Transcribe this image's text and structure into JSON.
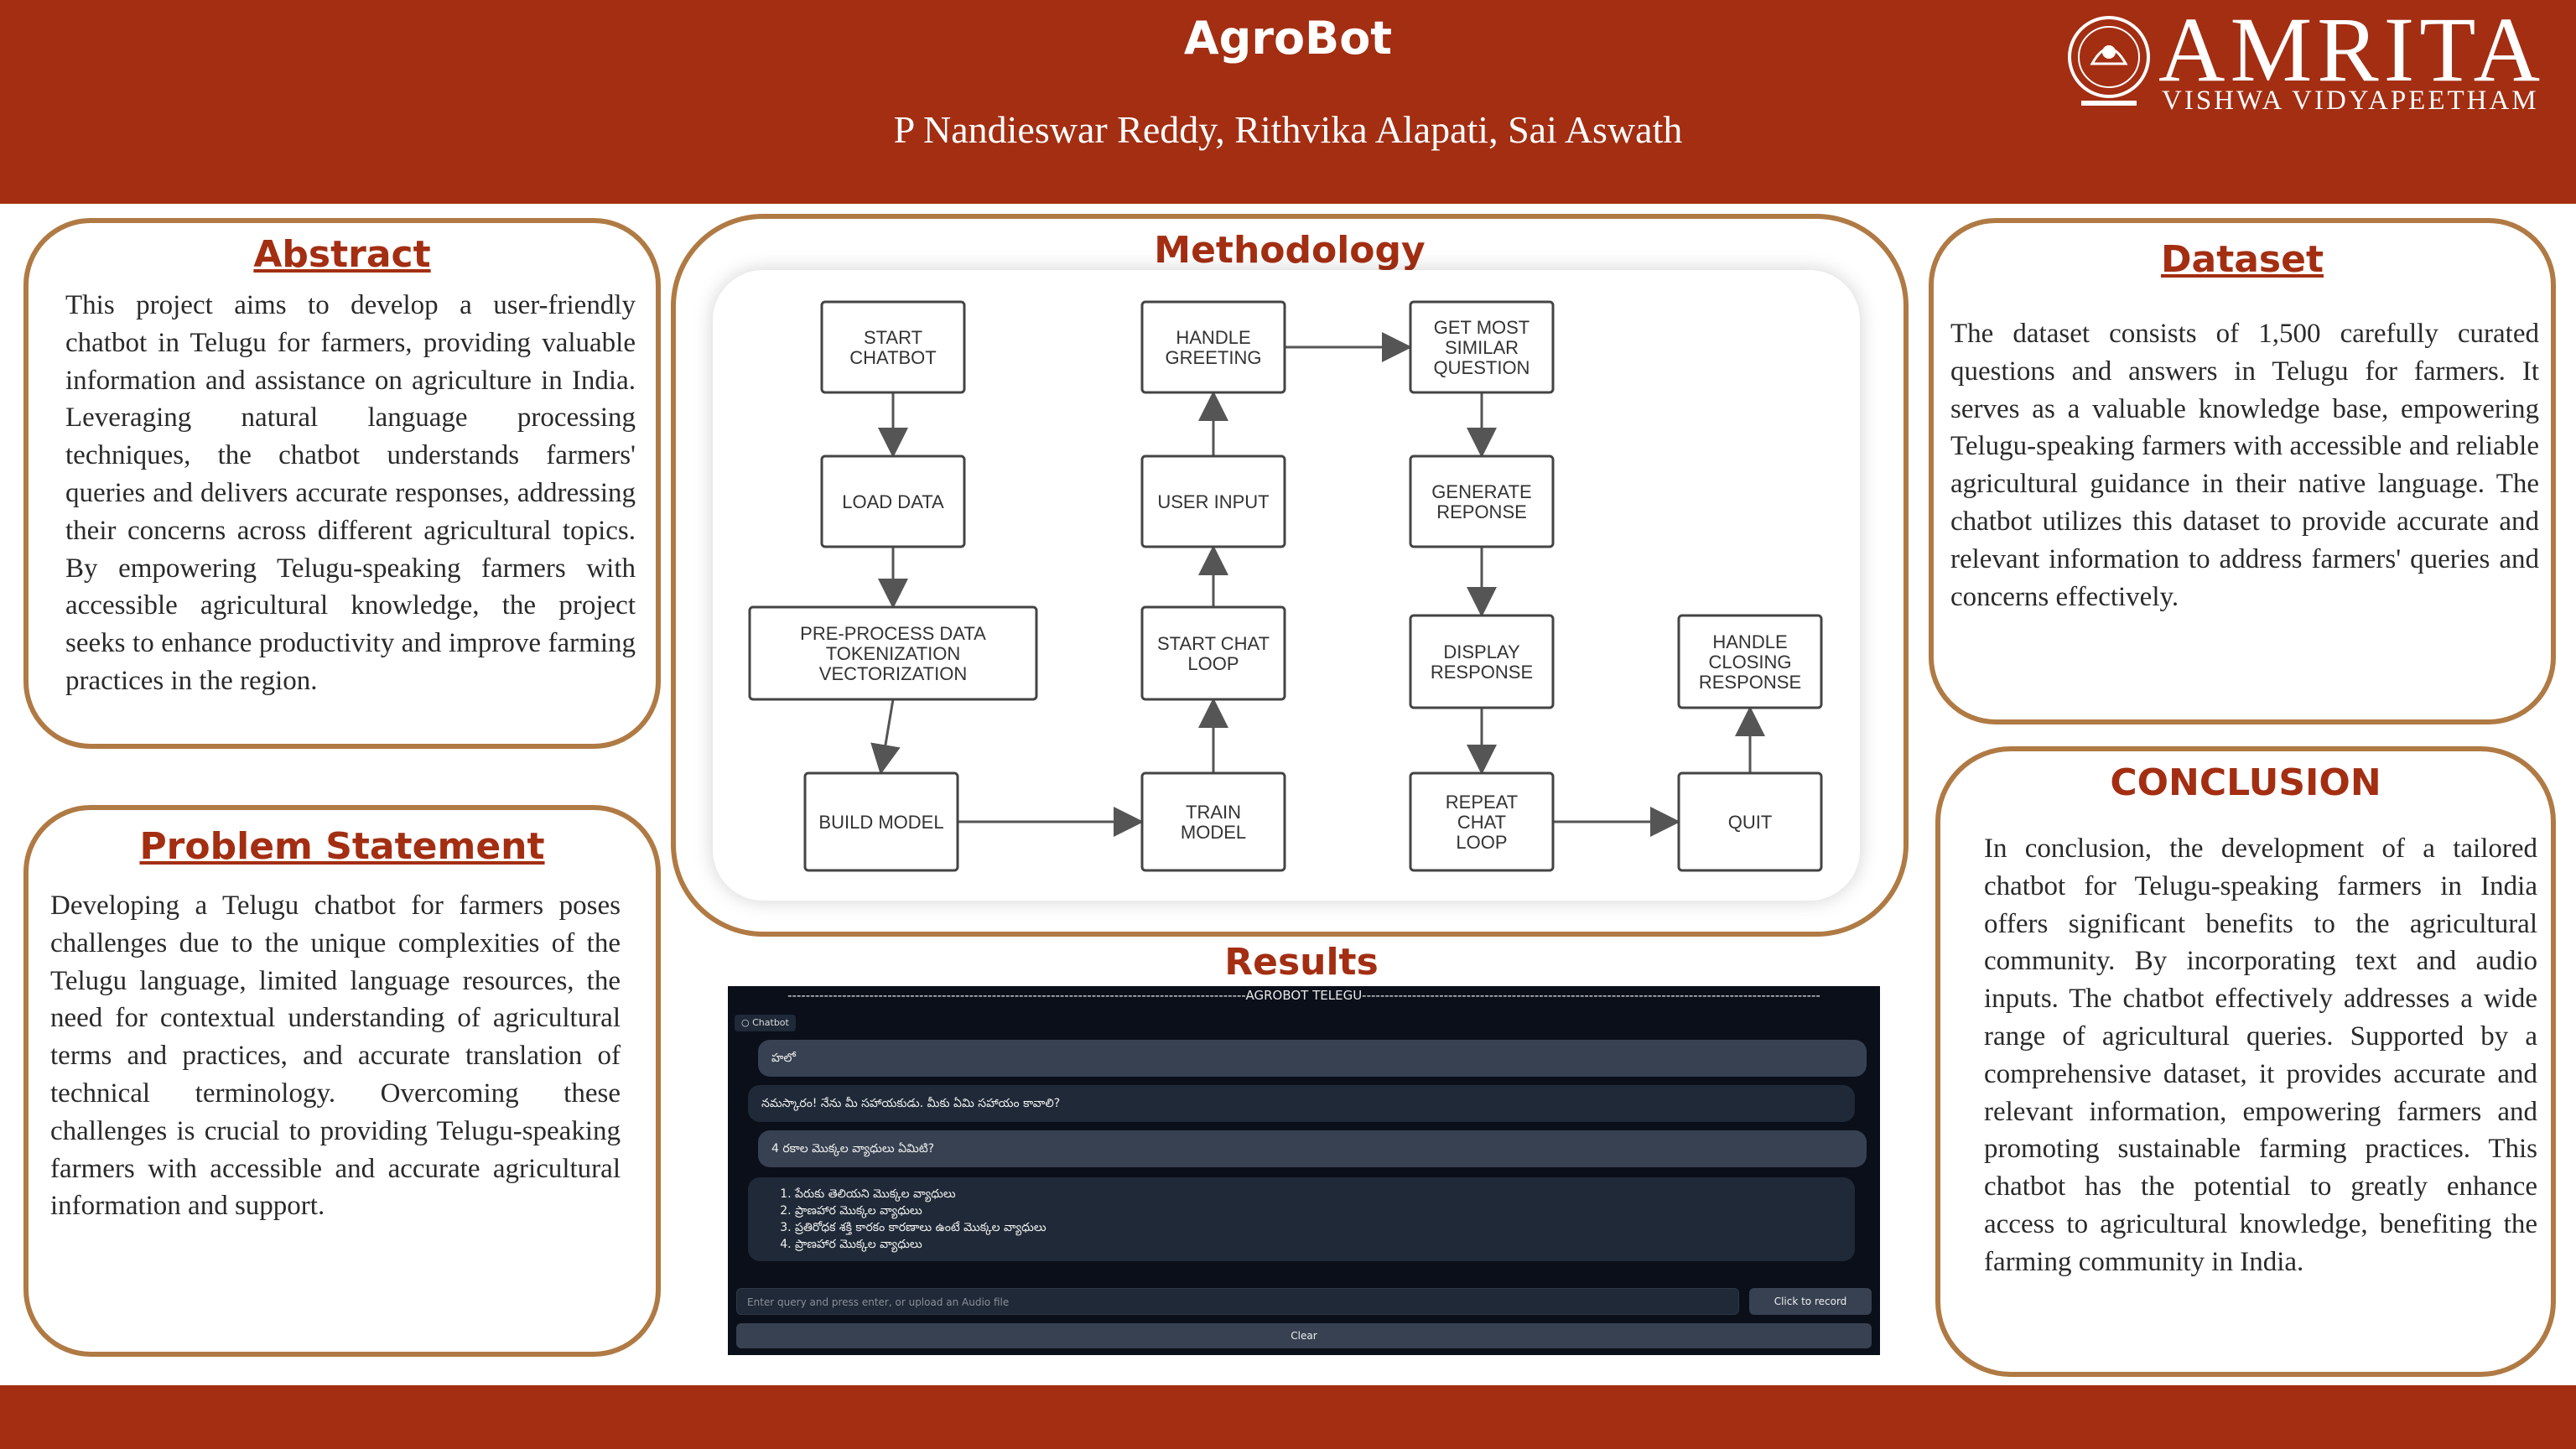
{
  "header": {
    "title": "AgroBot",
    "authors": "P Nandieswar Reddy, Rithvika Alapati, Sai Aswath",
    "logo_text": "AMRITA",
    "logo_subtext": "VISHWA VIDYAPEETHAM"
  },
  "colors": {
    "brand": "#a32e12",
    "border": "#b07a44"
  },
  "abstract": {
    "title": "Abstract",
    "text": "This project aims to develop a user-friendly chatbot in Telugu for farmers, providing valuable information and assistance on agriculture in India. Leveraging natural language processing techniques, the chatbot understands farmers' queries and delivers accurate responses, addressing their concerns across different agricultural topics. By empowering Telugu-speaking farmers with accessible agricultural knowledge, the project seeks to enhance productivity and improve farming practices in the region."
  },
  "problem": {
    "title": "Problem Statement",
    "text": "Developing a Telugu chatbot for farmers poses challenges due to the unique complexities of the Telugu language, limited language resources, the need for contextual understanding of agricultural terms and practices, and accurate translation of technical terminology. Overcoming these challenges is crucial to providing Telugu-speaking farmers with accessible and accurate agricultural information and support."
  },
  "methodology": {
    "title": "Methodology",
    "nodes": [
      {
        "id": "start",
        "lines": [
          "START",
          "CHATBOT"
        ]
      },
      {
        "id": "load",
        "lines": [
          "LOAD DATA"
        ]
      },
      {
        "id": "pre",
        "lines": [
          "PRE-PROCESS DATA",
          "TOKENIZATION",
          "VECTORIZATION"
        ]
      },
      {
        "id": "build",
        "lines": [
          "BUILD MODEL"
        ]
      },
      {
        "id": "greet",
        "lines": [
          "HANDLE",
          "GREETING"
        ]
      },
      {
        "id": "uinput",
        "lines": [
          "USER INPUT"
        ]
      },
      {
        "id": "loop",
        "lines": [
          "START CHAT",
          "LOOP"
        ]
      },
      {
        "id": "train",
        "lines": [
          "TRAIN",
          "MODEL"
        ]
      },
      {
        "id": "similar",
        "lines": [
          "GET MOST",
          "SIMILAR",
          "QUESTION"
        ]
      },
      {
        "id": "gen",
        "lines": [
          "GENERATE",
          "REPONSE"
        ]
      },
      {
        "id": "disp",
        "lines": [
          "DISPLAY",
          "RESPONSE"
        ]
      },
      {
        "id": "repeat",
        "lines": [
          "REPEAT",
          "CHAT",
          "LOOP"
        ]
      },
      {
        "id": "closing",
        "lines": [
          "HANDLE",
          "CLOSING",
          "RESPONSE"
        ]
      },
      {
        "id": "quit",
        "lines": [
          "QUIT"
        ]
      }
    ]
  },
  "results": {
    "title": "Results",
    "header": "-----------------------------------------------------------------------------------------------------AGROBOT TELEGU-----------------------------------------------------------------------------------------------------",
    "chatbot_label": "Chatbot",
    "msg_user_1": "హలో",
    "msg_bot_1": "నమస్కారం! నేను మీ సహాయకుడు. మీకు ఏమి సహాయం కావాలి?",
    "msg_user_2": "4 రకాల మొక్కల వ్యాధులు ఏమిటి?",
    "msg_bot_2_items": [
      "పేరుకు తెలియని మొక్కల వ్యాధులు",
      "ప్రాణహార మొక్కల వ్యాధులు",
      "ప్రతిరోధక శక్తి కారకం కారణాలు ఉంటే మొక్కల వ్యాధులు",
      "ప్రాణహార మొక్కల వ్యాధులు"
    ],
    "input_placeholder": "Enter query and press enter, or upload an Audio file",
    "record_label": "Click to record",
    "clear_label": "Clear"
  },
  "dataset": {
    "title": "Dataset",
    "text": "The dataset consists of 1,500 carefully curated questions and answers in Telugu for farmers. It serves as a valuable knowledge base, empowering Telugu-speaking farmers with accessible and reliable agricultural guidance in their native language. The chatbot utilizes this dataset to provide accurate and relevant information to address farmers' queries and concerns effectively."
  },
  "conclusion": {
    "title": "CONCLUSION",
    "text": "In conclusion, the development of a tailored chatbot for Telugu-speaking farmers in India offers significant benefits to the agricultural community. By incorporating text and audio inputs. The chatbot effectively addresses a wide range of agricultural queries. Supported by a comprehensive dataset, it provides accurate and relevant information, empowering farmers and promoting sustainable farming practices. This chatbot has the potential to greatly enhance access to agricultural knowledge, benefiting the farming community in India."
  }
}
